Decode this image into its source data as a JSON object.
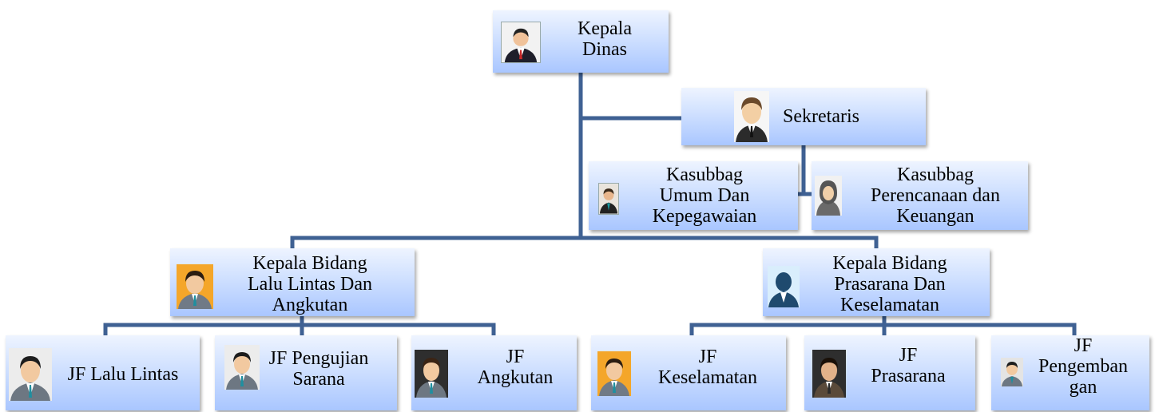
{
  "nodes": {
    "kepala_dinas": {
      "label": "Kepala\nDinas",
      "avatar": "man-suit-red-tie-icon"
    },
    "sekretaris": {
      "label": "Sekretaris",
      "avatar": "man-suit-black-tie-icon"
    },
    "kasubbag_umum": {
      "label": "Kasubbag\nUmum Dan\nKepegawaian",
      "avatar": "man-suit-teal-tie-icon"
    },
    "kasubbag_perencanaan": {
      "label": "Kasubbag\nPerencanaan dan\nKeuangan",
      "avatar": "woman-hijab-icon"
    },
    "kabid_lalin": {
      "label": "Kepala Bidang\nLalu Lintas Dan\nAngkutan",
      "avatar": "man-orange-background-icon"
    },
    "kabid_prasarana": {
      "label": "Kepala Bidang\nPrasarana Dan\nKeselamatan",
      "avatar": "man-silhouette-icon"
    },
    "jf_lalu_lintas": {
      "label": "JF Lalu Lintas",
      "avatar": "man-teal-tie-icon"
    },
    "jf_pengujian": {
      "label": "JF Pengujian\nSarana",
      "avatar": "man-teal-tie-icon"
    },
    "jf_angkutan": {
      "label": "JF\nAngkutan",
      "avatar": "man-dark-background-icon"
    },
    "jf_keselamatan": {
      "label": "JF\nKeselamatan",
      "avatar": "man-orange-background-icon"
    },
    "jf_prasarana": {
      "label": "JF\nPrasarana",
      "avatar": "man-dark-background-icon"
    },
    "jf_pengembangan": {
      "label": "JF\nPengemban\ngan",
      "avatar": "man-small-icon"
    }
  },
  "colors": {
    "connector": "#3f6193",
    "box_top": "#eef4ff",
    "box_bottom": "#a9c6ff"
  }
}
